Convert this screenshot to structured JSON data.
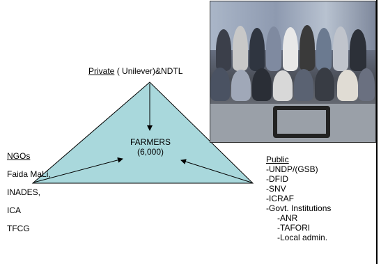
{
  "top_node": {
    "prefix": "Private",
    "rest": " ( Unilever)&NDTL"
  },
  "center_node": {
    "line1": "FARMERS",
    "line2": "(6,000)"
  },
  "ngos": {
    "heading": "NGOs",
    "items": [
      "Faida MaLi,",
      "INADES,",
      "ICA",
      "TFCG"
    ]
  },
  "public": {
    "heading": "Public",
    "items": [
      "-UNDP/(GSB)",
      "-DFID",
      "-SNV",
      "-ICRAF",
      "-Govt. Institutions"
    ],
    "sub_items": [
      "-ANR",
      "-TAFORI",
      "-Local admin."
    ]
  },
  "colors": {
    "triangle_fill": "#a9d8dc",
    "stroke": "#000000"
  },
  "photo": {
    "icon": "group-photo-image"
  }
}
